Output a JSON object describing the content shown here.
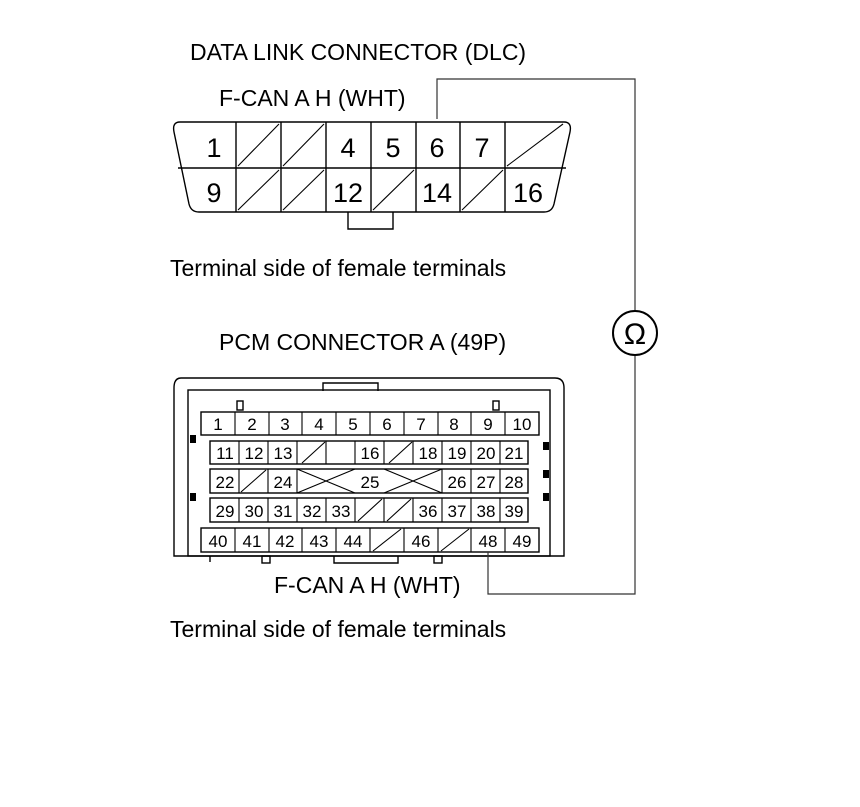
{
  "dlc": {
    "title": "DATA LINK CONNECTOR (DLC)",
    "wire_label": "F-CAN A H (WHT)",
    "caption": "Terminal side of female terminals",
    "row1": [
      "1",
      "",
      "",
      "4",
      "5",
      "6",
      "7",
      ""
    ],
    "row2": [
      "9",
      "",
      "",
      "12",
      "",
      "14",
      "",
      "16"
    ]
  },
  "pcm": {
    "title": "PCM CONNECTOR A (49P)",
    "wire_label": "F-CAN A H (WHT)",
    "caption": "Terminal side of female terminals",
    "row1": [
      "1",
      "2",
      "3",
      "4",
      "5",
      "6",
      "7",
      "8",
      "9",
      "10"
    ],
    "row2": [
      "11",
      "12",
      "13",
      "",
      "",
      "16",
      "",
      "18",
      "19",
      "20",
      "21"
    ],
    "row3": [
      "22",
      "",
      "24",
      "",
      "",
      "25",
      "",
      "",
      "26",
      "27",
      "28"
    ],
    "row4": [
      "29",
      "30",
      "31",
      "32",
      "33",
      "",
      "",
      "36",
      "37",
      "38",
      "39"
    ],
    "row5": [
      "40",
      "41",
      "42",
      "43",
      "44",
      "",
      "46",
      "",
      "48",
      "49"
    ]
  },
  "meter": {
    "symbol": "Ω",
    "icon": "ohmmeter-icon"
  }
}
